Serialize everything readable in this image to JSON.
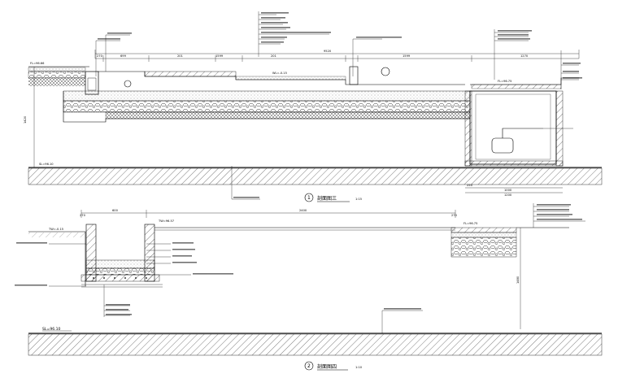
{
  "section_1": {
    "number": "1",
    "title": "剖面图三",
    "scale": "1:15",
    "elevations": {
      "top_left": "FL=96.66",
      "mid": "WL=-0.15",
      "right": "FL=96.75",
      "bottom": "SL=96.10"
    },
    "dimensions": {
      "top_total": "9520",
      "segments": [
        "270",
        "699",
        "201",
        "1599",
        "201",
        "1599",
        "1270"
      ],
      "right_lower": [
        "250",
        "1000",
        "1200"
      ],
      "left_height": "1420"
    }
  },
  "section_2": {
    "number": "2",
    "title": "剖面图四",
    "scale": "1:10",
    "elevations": {
      "left_top": "TW=96.57",
      "left_mid": "TW=-0.15",
      "right": "FL=96.75",
      "bottom": "SL=96.10"
    },
    "dimensions": {
      "top_total": "2400",
      "top_left": "600",
      "left_small": "270",
      "right_small": "270",
      "right_height": "1480"
    }
  }
}
